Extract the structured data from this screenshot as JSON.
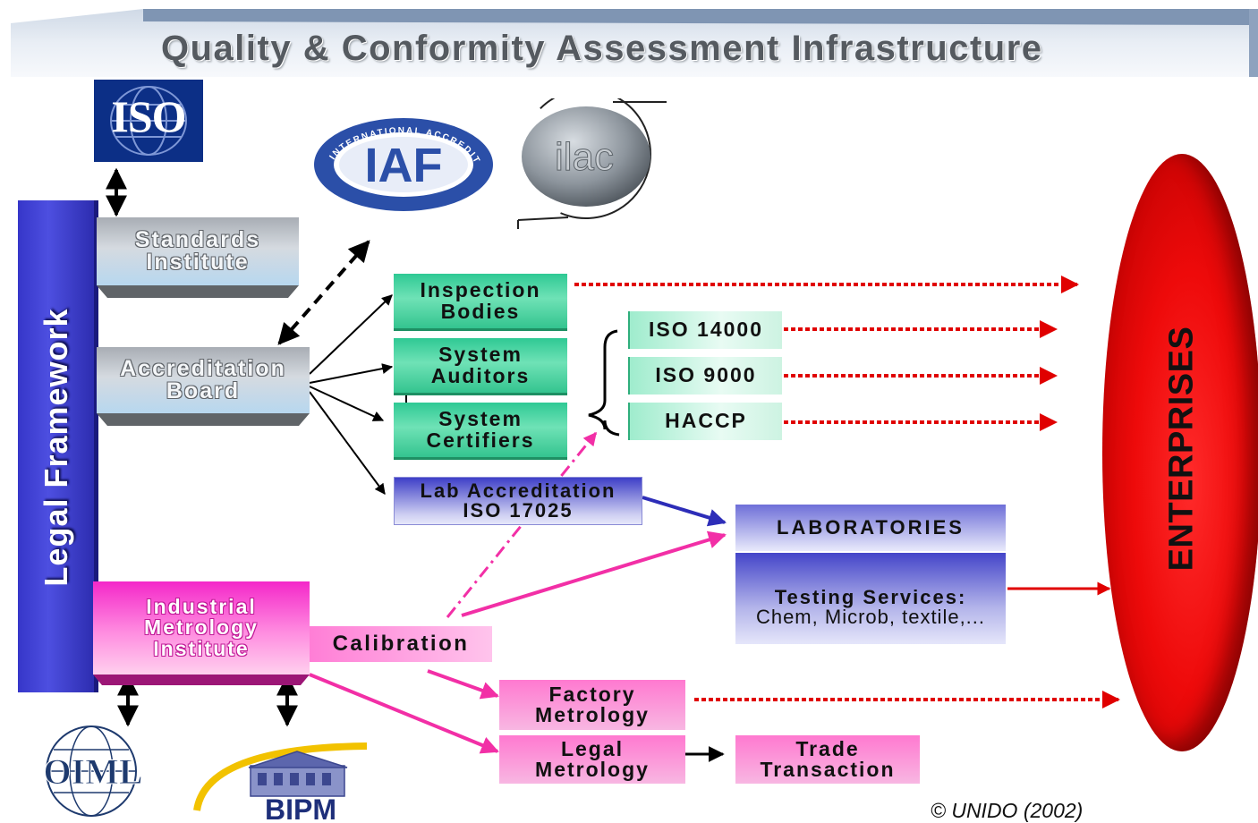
{
  "title": "Quality & Conformity Assessment Infrastructure",
  "legal_framework": "Legal Framework",
  "enterprises": "ENTERPRISES",
  "logos": {
    "iso": "ISO",
    "iaf": "IAF",
    "iaf_ring": "INTERNATIONAL ACCREDITATION FORUM",
    "ilac": "ilac",
    "oiml": "OIML",
    "bipm": "BIPM"
  },
  "standards_institute": {
    "line1": "Standards",
    "line2": "Institute"
  },
  "accreditation_board": {
    "line1": "Accreditation",
    "line2": "Board"
  },
  "inspection_bodies": {
    "line1": "Inspection",
    "line2": "Bodies"
  },
  "system_auditors": {
    "line1": "System",
    "line2": "Auditors"
  },
  "system_certifiers": {
    "line1": "System",
    "line2": "Certifiers"
  },
  "iso14000": "ISO 14000",
  "iso9000": "ISO 9000",
  "haccp": "HACCP",
  "lab_accreditation": {
    "line1": "Lab Accreditation",
    "line2": "ISO 17025"
  },
  "laboratories": {
    "header": "LABORATORIES",
    "line1": "Testing Services:",
    "line2": "Chem, Microb, textile,..."
  },
  "industrial_metrology": {
    "line1": "Industrial",
    "line2": "Metrology",
    "line3": "Institute"
  },
  "calibration": "Calibration",
  "factory_metrology": {
    "line1": "Factory",
    "line2": "Metrology"
  },
  "legal_metrology": {
    "line1": "Legal",
    "line2": "Metrology"
  },
  "trade_transaction": {
    "line1": "Trade",
    "line2": "Transaction"
  },
  "copyright": "© UNIDO (2002)",
  "colors": {
    "green": "#2fc994",
    "legal_blue": "#3636c9",
    "enterprise_red": "#e00000",
    "magenta": "#f428c9",
    "pink": "#ff8fd6",
    "iso_blue": "#0c2f86",
    "iaf_blue": "#2b4fa8"
  }
}
